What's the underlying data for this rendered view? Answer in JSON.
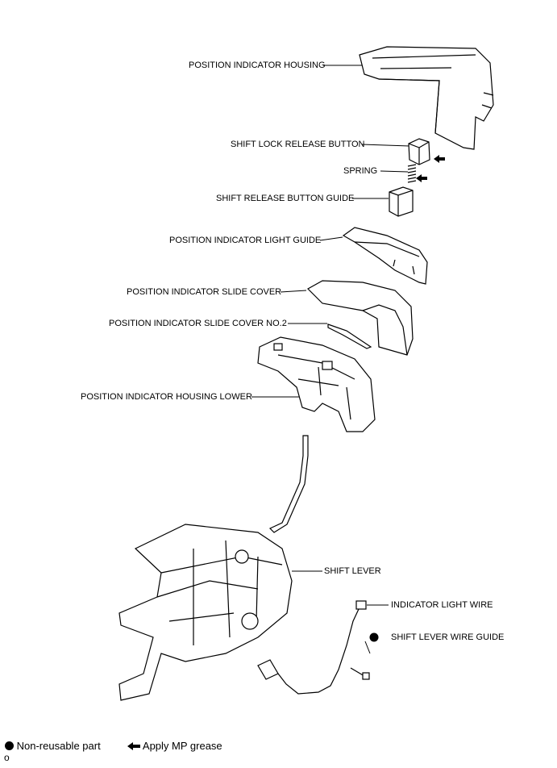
{
  "labels": {
    "position_indicator_housing": "POSITION INDICATOR HOUSING",
    "shift_lock_release_button": "SHIFT LOCK RELEASE BUTTON",
    "spring": "SPRING",
    "shift_release_button_guide": "SHIFT RELEASE BUTTON GUIDE",
    "position_indicator_light_guide": "POSITION INDICATOR LIGHT GUIDE",
    "position_indicator_slide_cover": "POSITION INDICATOR SLIDE COVER",
    "position_indicator_slide_cover_no2": "POSITION INDICATOR SLIDE COVER NO.2",
    "position_indicator_housing_lower": "POSITION INDICATOR HOUSING LOWER",
    "shift_lever": "SHIFT LEVER",
    "indicator_light_wire": "INDICATOR LIGHT WIRE",
    "shift_lever_wire_guide": "SHIFT LEVER WIRE GUIDE"
  },
  "legend": {
    "non_reusable": "Non-reusable part",
    "apply_grease": "Apply MP grease"
  },
  "corner_mark": "o",
  "icons": {
    "non_reusable": "filled-circle-icon",
    "grease": "left-arrow-icon"
  }
}
